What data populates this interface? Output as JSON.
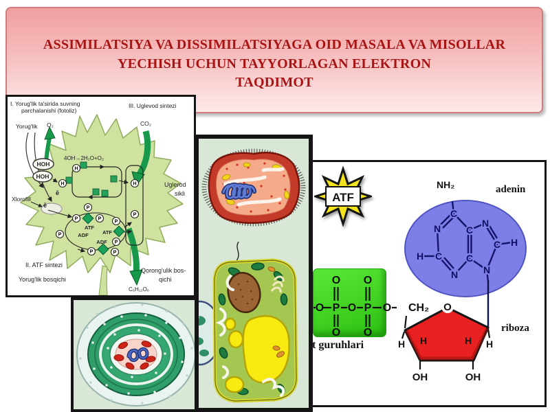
{
  "slide": {
    "title_line1": "ASSIMILATSIYA VA DISSIMILATSIYAGA OID MASALA VA MISOLLAR",
    "title_line2": "YECHISH UCHUN TAYYORLAGAN ELEKTRON",
    "title_line3": "TAQDIMOT"
  },
  "photosynthesis": {
    "heading_stage1_line1": "I. Yorug'lik  ta'sirida suvning",
    "heading_stage1_line2": "parchalanishi (fotoliz)",
    "heading_stage3": "III. Uglevod sintezi",
    "light": "Yorug'lik",
    "o2": "O₂",
    "co2": "CO₂",
    "hoh": "HOH",
    "reaction": "4OH→2H₂O+O₂",
    "carbon_cycle_line1": "Uglerod",
    "carbon_cycle_line2": "sikli",
    "chlorophyll": "Xlorofill",
    "electron": "ē",
    "h": "H",
    "p": "P",
    "atf": "ATF",
    "adf": "ADF",
    "heading_stage2": "II. ATF sintezi",
    "light_stage": "Yorug'lik  bosqichi",
    "dark_stage_line1": "Qorong'ulik bos-",
    "dark_stage_line2": "qichi",
    "glucose": "C₆H₁₂O₆"
  },
  "atp": {
    "star": "ATF",
    "adenine": "adenin",
    "nh2": "NH₂",
    "n": "N",
    "c": "C",
    "h": "H",
    "o": "O",
    "p": "P",
    "ch2": "CH₂",
    "oh": "OH",
    "riboza": "riboza",
    "phosphate_groups": "t guruhlari"
  },
  "colors": {
    "title_text": "#a81414",
    "banner_border": "#cf7d7d",
    "banner_pink_top": "#efa0a0",
    "banner_pink_bottom": "#fde9e9",
    "pale_green_bg": "#d9e7d6",
    "leaf_green": "#cfe2a0",
    "arrow_green": "#17984a",
    "star_yellow": "#f4e41e",
    "adenine_blue": "#7d7fe6",
    "phosphate_green": "#3ad31d",
    "ribose_red": "#e82020"
  }
}
